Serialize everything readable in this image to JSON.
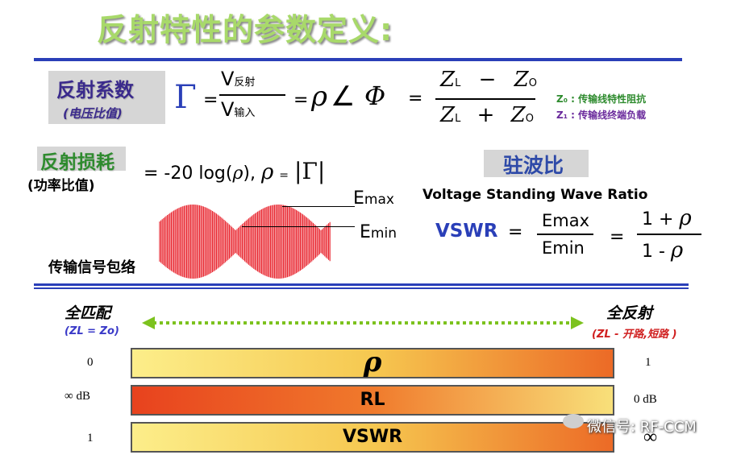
{
  "title": "反射特性的参数定义:",
  "reflection_coefficient": {
    "label": "反射系数",
    "sublabel": "(电压比值)",
    "gamma": "Γ",
    "eq1": "=",
    "v_top": "V",
    "v_top_sub": "反射",
    "v_bottom": "V",
    "v_bottom_sub": "输入",
    "eq2": "=",
    "rho": "ρ",
    "angle": "∠",
    "phi": "Φ",
    "eq3": "=",
    "num_z1": "Z",
    "num_z1_sub": "L",
    "num_op": "−",
    "num_z2": "Z",
    "num_z2_sub": "O",
    "den_z1": "Z",
    "den_z1_sub": "L",
    "den_op": "+",
    "den_z2": "Z",
    "den_z2_sub": "O",
    "note1": "Z₀ : 传输线特性阻抗",
    "note2": "Z₁ : 传输线终端负载"
  },
  "return_loss": {
    "label": "反射损耗",
    "sublabel": "(功率比值)",
    "formula": "= -20 log(",
    "rho": "ρ",
    "formula_tail": "),",
    "rho2": "ρ",
    "eq": "=",
    "abs_gamma": "|Γ|"
  },
  "vswr": {
    "box_label": "驻波比",
    "english": "Voltage Standing Wave Ratio",
    "name": "VSWR",
    "eq1": "=",
    "num": "Emax",
    "den": "Emin",
    "eq2": "=",
    "num2_a": "1 + ",
    "num2_rho": "ρ",
    "den2_a": "1 - ",
    "den2_rho": "ρ"
  },
  "envelope": {
    "label": "传输信号包络",
    "emax": "Emax",
    "emin": "Emin",
    "emax_E": "E",
    "emax_sub": "max",
    "emin_E": "E",
    "emin_sub": "min"
  },
  "scale": {
    "left_title": "全匹配",
    "left_sub": "(ZL = Zo)",
    "right_title": "全反射",
    "right_sub": "(ZL - 开路,短路 )",
    "bars": [
      {
        "label": "ρ",
        "left": "0",
        "right": "1"
      },
      {
        "label": "RL",
        "left": "∞ dB",
        "right": "0 dB"
      },
      {
        "label": "VSWR",
        "left": "1",
        "right": "∞"
      }
    ]
  },
  "watermark": "微信号: RF-CCM",
  "colors": {
    "accent_blue": "#2a3fb8",
    "envelope_red": "#e8202a",
    "bar_yellow": "#f8e86a",
    "bar_orange": "#ee5a1c"
  }
}
